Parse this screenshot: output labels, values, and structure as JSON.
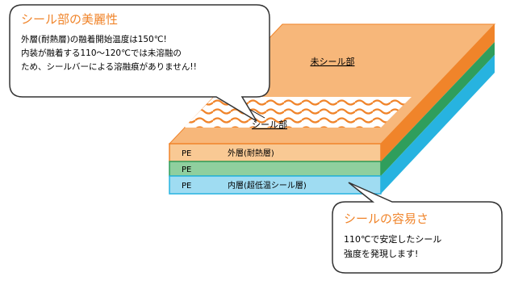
{
  "callout_top": {
    "title": "シール部の美麗性",
    "lines": [
      "外層(耐熱層)の融着開始温度は150℃!",
      "内装が融着する110〜120℃では未溶融の",
      "ため、シールバーによる溶融痕がありません!!"
    ]
  },
  "callout_bottom": {
    "title": "シールの容易さ",
    "lines": [
      "110℃で安定したシール",
      "強度を発現します!"
    ]
  },
  "diagram": {
    "unsealed_label": "未シール部",
    "sealed_label": "シール部",
    "layers": [
      {
        "code": "PE",
        "name": "外層(耐熱層)"
      },
      {
        "code": "PE",
        "name": ""
      },
      {
        "code": "PE",
        "name": "内層(超低温シール層)"
      }
    ]
  },
  "colors": {
    "accent_orange": "#f0842a",
    "top_face": "#f7b77a",
    "outer_layer": "#f9c994",
    "middle_layer": "#8fcf9e",
    "middle_side": "#2f9e5c",
    "inner_layer": "#9fdcf2",
    "inner_side": "#27b3e0"
  }
}
